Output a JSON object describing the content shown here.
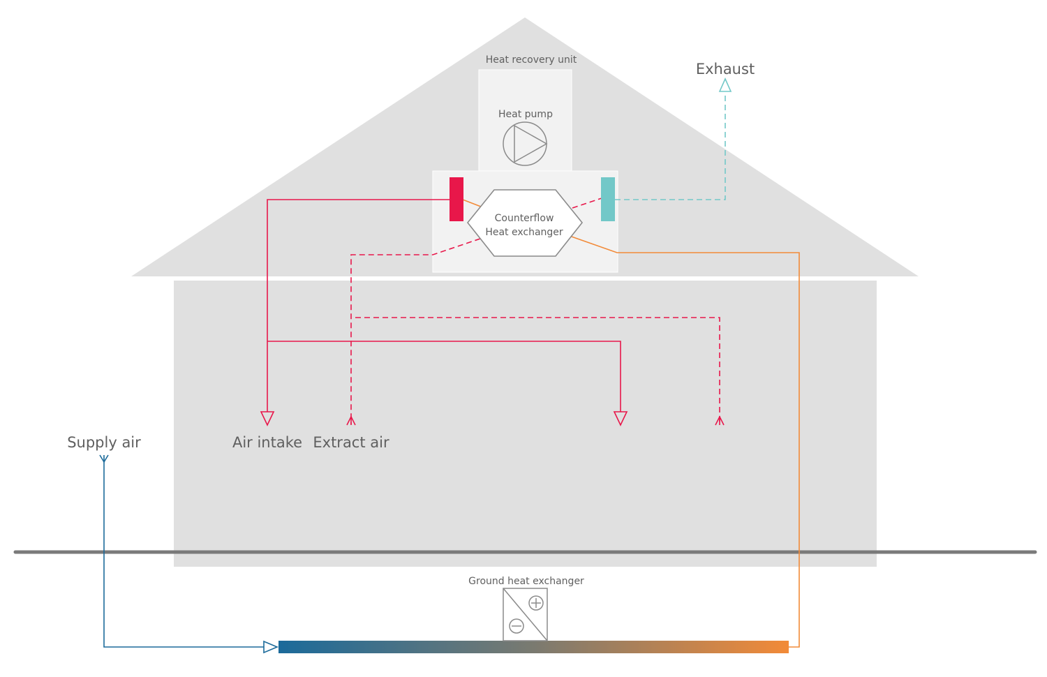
{
  "diagram": {
    "title": "Heat recovery ventilation with ground heat exchanger",
    "labels": {
      "heat_recovery_unit": "Heat recovery unit",
      "heat_pump": "Heat pump",
      "counterflow_line1": "Counterflow",
      "counterflow_line2": "Heat exchanger",
      "exhaust": "Exhaust",
      "supply_air": "Supply air",
      "air_intake": "Air intake",
      "extract_air": "Extract air",
      "ground_heat_exchanger": "Ground heat exchanger"
    },
    "colors": {
      "house_fill": "#e0e0e0",
      "unit_fill": "#f2f2f2",
      "supply_red": "#e8174a",
      "exhaust_teal": "#72c8c8",
      "warm_orange": "#f28a38",
      "cold_blue": "#1b6a9a",
      "ground_line": "#7a7a7a",
      "symbol_stroke": "#8a8a8a",
      "text": "#5f5f5f"
    },
    "flows": [
      {
        "name": "supply-air",
        "from": "outside",
        "to": "ground heat exchanger",
        "style": "solid",
        "color": "cold_blue"
      },
      {
        "name": "ground-to-unit",
        "from": "ground heat exchanger",
        "to": "counterflow heat exchanger",
        "style": "solid",
        "color": "warm_orange"
      },
      {
        "name": "air-intake",
        "from": "counterflow heat exchanger",
        "to": "rooms",
        "style": "solid",
        "color": "supply_red"
      },
      {
        "name": "extract-air",
        "from": "rooms",
        "to": "counterflow heat exchanger",
        "style": "dashed",
        "color": "supply_red"
      },
      {
        "name": "exhaust",
        "from": "counterflow heat exchanger",
        "to": "outside",
        "style": "dashed",
        "color": "exhaust_teal"
      }
    ]
  }
}
